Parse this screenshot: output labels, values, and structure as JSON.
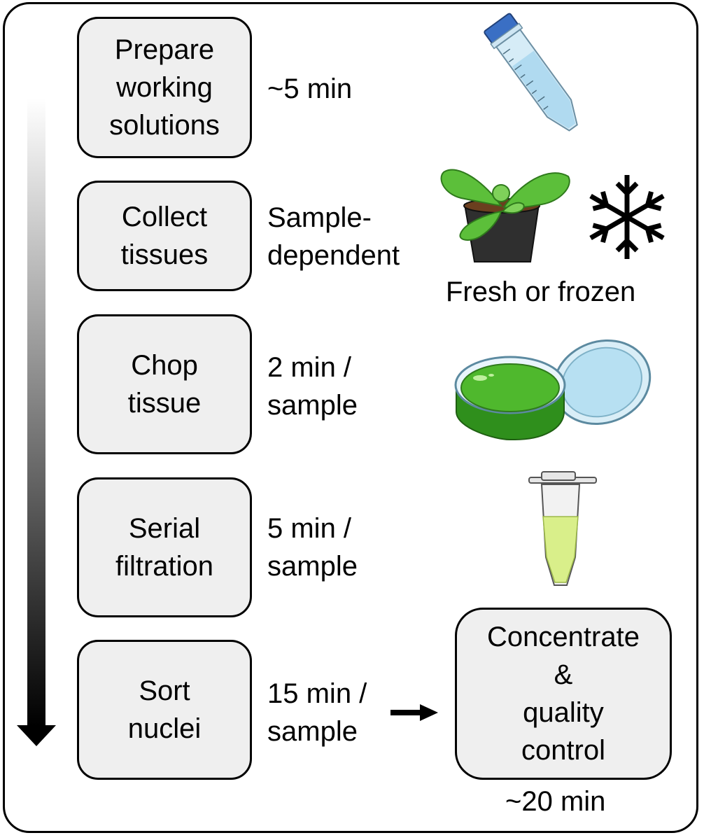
{
  "steps": [
    {
      "lines": [
        "Prepare",
        "working",
        "solutions"
      ],
      "time": [
        "~5 min"
      ]
    },
    {
      "lines": [
        "Collect",
        "tissues"
      ],
      "time": [
        "Sample-",
        "dependent"
      ]
    },
    {
      "lines": [
        "Chop",
        "tissue"
      ],
      "time": [
        "2 min /",
        "sample"
      ]
    },
    {
      "lines": [
        "Serial",
        "filtration"
      ],
      "time": [
        "5 min /",
        "sample"
      ]
    },
    {
      "lines": [
        "Sort",
        "nuclei"
      ],
      "time": [
        "15 min /",
        "sample"
      ]
    }
  ],
  "tissue_state_label": "Fresh or frozen",
  "final_step": {
    "lines": [
      "Concentrate",
      "&",
      "quality",
      "control"
    ],
    "time": "~20 min"
  },
  "icons": [
    "centrifuge-tube-icon",
    "potted-plant-icon",
    "snowflake-icon",
    "petri-dish-icon",
    "microcentrifuge-tube-icon",
    "arrow-right-icon",
    "timeline-arrow-icon"
  ],
  "colors": {
    "box_fill": "#efefef",
    "outline": "#000000",
    "plant_green": "#5cbf3a",
    "tube_blue": "#a9d7ee",
    "dish_green": "#4fb82d",
    "liquid_yellow": "#d9ef8a"
  }
}
